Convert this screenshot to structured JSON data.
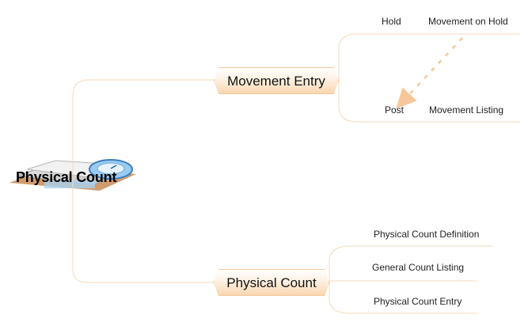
{
  "root": {
    "label": "Physical Count"
  },
  "branches": [
    {
      "label": "Movement Entry",
      "leaves": [
        "Hold",
        "Movement on Hold",
        "Post",
        "Movement Listing"
      ]
    },
    {
      "label": "Physical Count",
      "leaves": [
        "Physical Count Definition",
        "General Count Listing",
        "Physical Count Entry"
      ]
    }
  ],
  "colors": {
    "connector": "#f6d9b8",
    "arrow": "#f7c79a",
    "branch_border": "#f2c89c"
  }
}
